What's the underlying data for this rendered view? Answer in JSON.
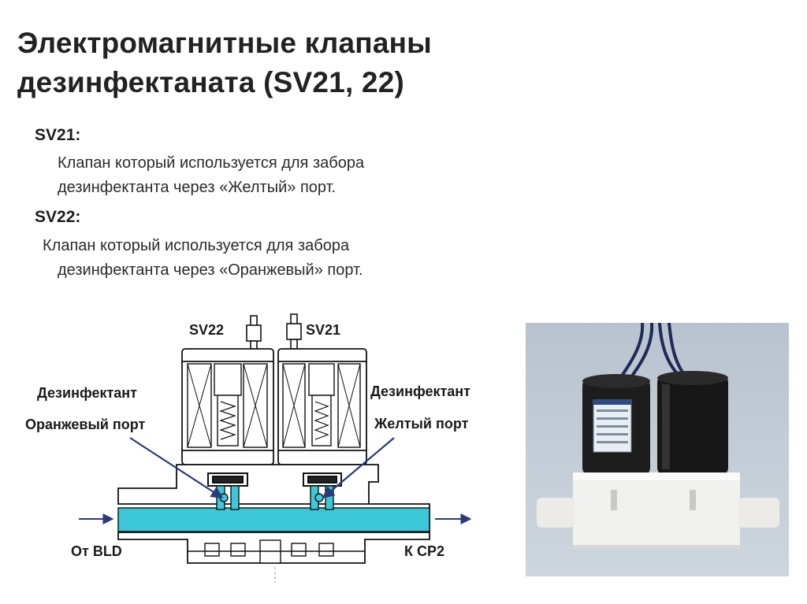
{
  "title": {
    "line1": "Электромагнитные клапаны",
    "line2": "дезинфектаната (SV21, 22)"
  },
  "valves": [
    {
      "id": "SV21:",
      "line1": "Клапан который используется для забора",
      "line2": "дезинфектанта через «Желтый» порт."
    },
    {
      "id": "SV22:",
      "line1": "Клапан который используется для забора",
      "line2": "дезинфектанта через «Оранжевый» порт."
    }
  ],
  "diagram": {
    "sv22_label": "SV22",
    "sv21_label": "SV21",
    "left_port": {
      "line1": "Дезинфектант",
      "line2": "Оранжевый порт"
    },
    "right_port": {
      "line1": "Дезинфектант",
      "line2": "Желтый порт"
    },
    "inlet_label": "От BLD",
    "outlet_label": "К СР2",
    "colors": {
      "fluid": "#3cc8d8",
      "arrow": "#2a3a7a",
      "outline": "#111111"
    }
  },
  "photo": {
    "icon": "solenoid-valve-photo"
  }
}
